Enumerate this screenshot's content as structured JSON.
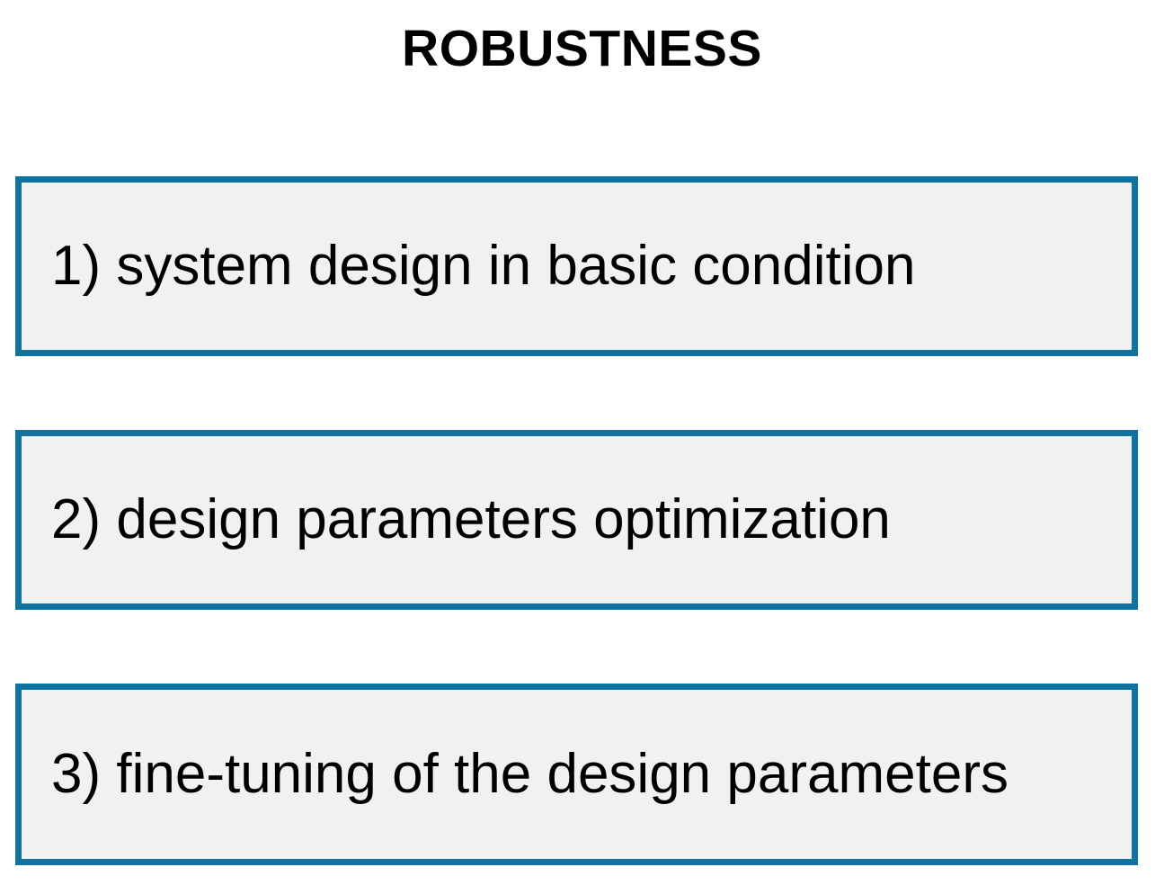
{
  "slide": {
    "title": "ROBUSTNESS",
    "background_color": "#FFFFFF",
    "title_color": "#000000"
  },
  "theme": {
    "box_border_color": "#10729F",
    "box_fill_color": "#F1F1F1",
    "text_color": "#000000"
  },
  "steps": [
    {
      "index": "1)",
      "label": "1) system design in basic condition"
    },
    {
      "index": "2)",
      "label": "2) design parameters optimization"
    },
    {
      "index": "3)",
      "label": "3) fine-tuning of the design parameters"
    }
  ]
}
